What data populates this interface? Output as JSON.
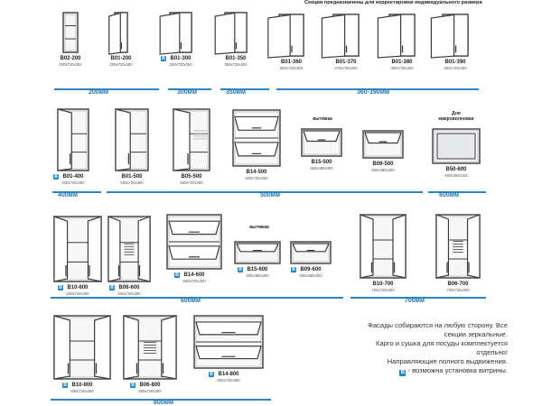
{
  "header_note": "Секции предназначены для корректировки индивидуального размера",
  "badge_letter": "В",
  "colors": {
    "outline": "#3d3d3d",
    "fill": "#f7f7f7",
    "shadow": "#b8bcc2",
    "accent": "#2e86c1",
    "badge": "#1f8bc9"
  },
  "groups": [
    {
      "label": "200мм"
    },
    {
      "label": "300мм"
    },
    {
      "label": "350мм"
    },
    {
      "label": "360-390мм"
    },
    {
      "label": "400мм"
    },
    {
      "label": "500мм"
    },
    {
      "label": "600мм"
    },
    {
      "label": "600мм"
    },
    {
      "label": "700мм"
    },
    {
      "label": "800мм"
    }
  ],
  "cabinets": [
    {
      "code": "В02-200",
      "dims": "200х720х284"
    },
    {
      "code": "В01-200",
      "dims": "200х720х300"
    },
    {
      "code": "В01-300",
      "dims": "300х720х300"
    },
    {
      "code": "В01-350",
      "dims": "350х720х300"
    },
    {
      "code": "В01-360",
      "dims": "360х720х300"
    },
    {
      "code": "В01-370",
      "dims": "370х720х300"
    },
    {
      "code": "В01-380",
      "dims": "380х720х300"
    },
    {
      "code": "В01-390",
      "dims": "390х720х300"
    },
    {
      "code": "В01-400",
      "dims": "400х720х300"
    },
    {
      "code": "В01-500",
      "dims": "500х720х300"
    },
    {
      "code": "В05-500",
      "dims": "500х720х300"
    },
    {
      "code": "В14-500",
      "dims": "500х720х300"
    },
    {
      "code": "В15-500",
      "dims": "500х360х300"
    },
    {
      "code": "В09-500",
      "dims": "500х360х300"
    },
    {
      "code": "В50-600",
      "dims": "600х360х316"
    },
    {
      "code": "В10-600",
      "dims": "600х720х300"
    },
    {
      "code": "В06-600",
      "dims": "600х720х300"
    },
    {
      "code": "В14-600",
      "dims": "600х720х300"
    },
    {
      "code": "В15-600",
      "dims": "600х360х300"
    },
    {
      "code": "В09-600",
      "dims": "600х360х300"
    },
    {
      "code": "В10-700",
      "dims": "700х720х300"
    },
    {
      "code": "В06-700",
      "dims": "700х720х300"
    },
    {
      "code": "В10-800",
      "dims": "800х720х300"
    },
    {
      "code": "В06-800",
      "dims": "800х720х300"
    },
    {
      "code": "В14-800",
      "dims": "800х720х300"
    }
  ],
  "notes": {
    "hood_1": "вытяжка",
    "micro": "Для микроволновки",
    "hood_2": "вытяжка"
  },
  "info_lines": [
    "Фасады собираются на любую сторону. Все",
    "секции зеркальные.",
    "Карго  и сушка для посуды комплектуется",
    "отдельно!",
    "Направляющие полного выдвижения.",
    "- возможна установка витрины."
  ]
}
